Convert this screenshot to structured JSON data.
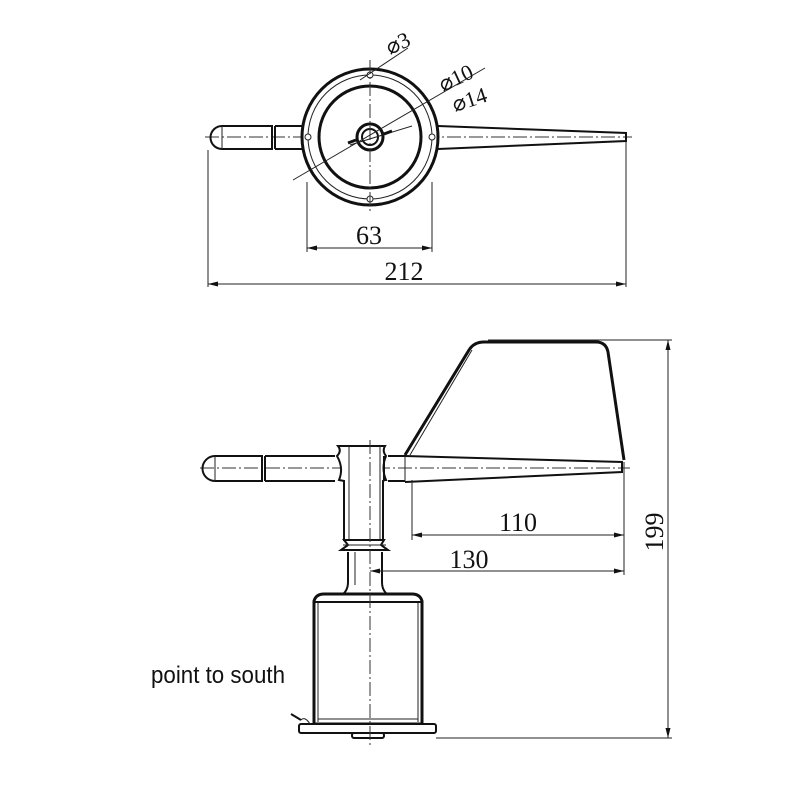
{
  "drawing": {
    "subject": "Wind direction sensor (wind vane) dimension drawing",
    "top_view": {
      "dimensions": {
        "hole_diameter": "⌀3",
        "inner_diameter": "⌀10",
        "outer_diameter": "⌀14",
        "flange_width": "63",
        "overall_length": "212"
      }
    },
    "side_view": {
      "dimensions": {
        "tail_length": "110",
        "axis_to_tail_length": "130",
        "overall_height": "199"
      },
      "annotation": "point to south"
    }
  }
}
